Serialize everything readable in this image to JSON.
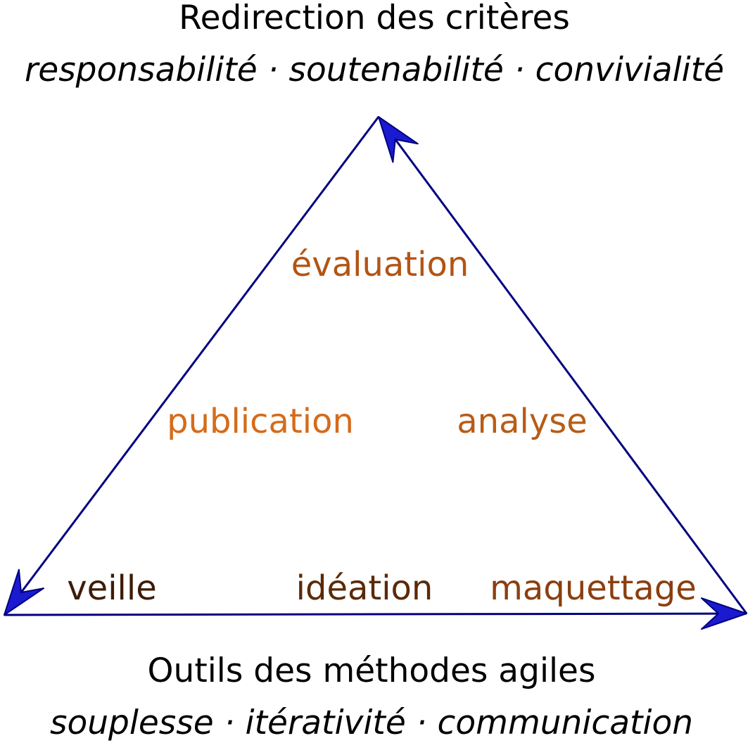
{
  "top": {
    "title": "Redirection des critères",
    "subtitle": "responsabilité · soutenabilité · convivialité"
  },
  "bottom": {
    "title": "Outils des méthodes agiles",
    "subtitle": "souplesse · itérativité · communication"
  },
  "steps": {
    "evaluation": {
      "label": "évaluation",
      "color": "#b35413"
    },
    "publication": {
      "label": "publication",
      "color": "#d56b1a"
    },
    "analyse": {
      "label": "analyse",
      "color": "#b85c17"
    },
    "veille": {
      "label": "veille",
      "color": "#3d1c05"
    },
    "ideation": {
      "label": "idéation",
      "color": "#5a2a08"
    },
    "maquettage": {
      "label": "maquettage",
      "color": "#8a3f0f"
    }
  },
  "arrows": {
    "line_color": "#000080",
    "head_color": "#1a1ad0"
  }
}
